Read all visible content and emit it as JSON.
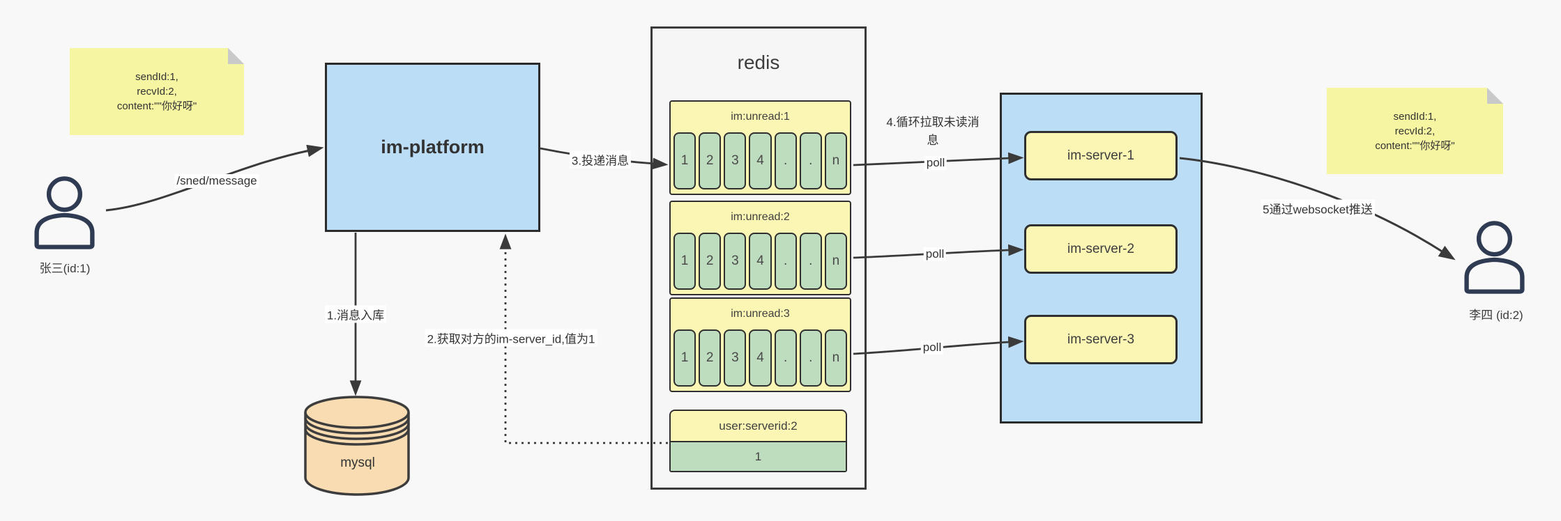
{
  "colors": {
    "background": "#f8f8f8",
    "sticky_note": "#f6f5a1",
    "note_fold": "#c9c9c9",
    "blue_fill": "#bcddf6",
    "yellow_fill": "#fbf6b4",
    "green_fill": "#bedcbe",
    "mysql_fill": "#fadcb2",
    "line": "#3a3a3a",
    "border": "#2f2f2f"
  },
  "note_left": {
    "lines": [
      "sendId:1,",
      "recvId:2,",
      "content:\"\"你好呀\""
    ]
  },
  "note_right": {
    "lines": [
      "sendId:1,",
      "recvId:2,",
      "content:\"\"你好呀\""
    ]
  },
  "actor_left": {
    "label": "张三(id:1)"
  },
  "actor_right": {
    "label": "李四 (id:2)"
  },
  "platform": {
    "label": "im-platform"
  },
  "mysql": {
    "label": "mysql"
  },
  "redis": {
    "title": "redis",
    "queues": [
      {
        "name": "im:unread:1",
        "cells": [
          "1",
          "2",
          "3",
          "4",
          ".",
          ".",
          "n"
        ]
      },
      {
        "name": "im:unread:2",
        "cells": [
          "1",
          "2",
          "3",
          "4",
          ".",
          ".",
          "n"
        ]
      },
      {
        "name": "im:unread:3",
        "cells": [
          "1",
          "2",
          "3",
          "4",
          ".",
          ".",
          "n"
        ]
      }
    ],
    "kv": {
      "key": "user:serverid:2",
      "value": "1"
    }
  },
  "servers": {
    "items": [
      "im-server-1",
      "im-server-2",
      "im-server-3"
    ]
  },
  "edges": {
    "send_label": "/sned/message",
    "step1": "1.消息入库",
    "step2": "2.获取对方的im-server_id,值为1",
    "step3": "3.投递消息",
    "step4_line1": "4.循环拉取未读消",
    "step4_line2": "息",
    "step5": "5通过websocket推送",
    "poll": "poll"
  }
}
